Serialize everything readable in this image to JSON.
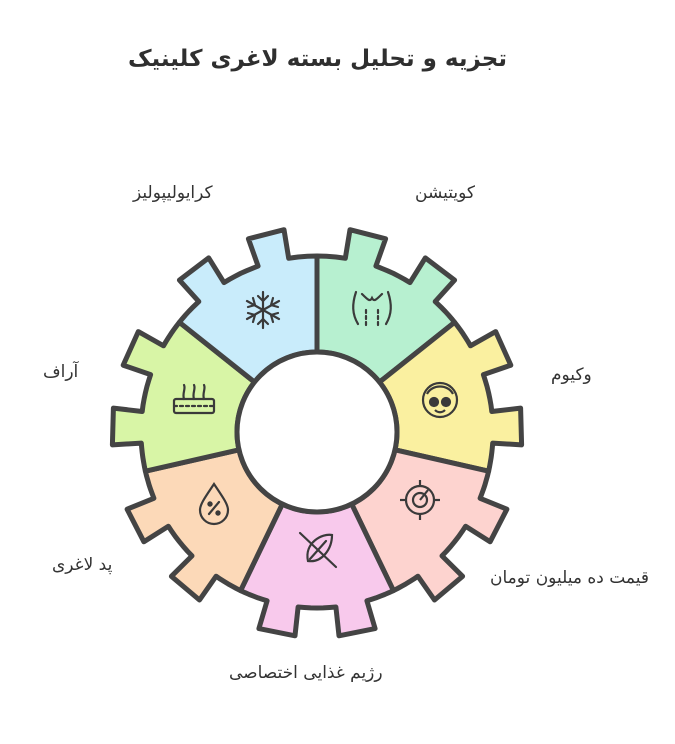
{
  "title": "تجزیه و تحلیل بسته لاغری کلینیک",
  "segments": [
    {
      "label": "کویتیشن",
      "icon": "body-contour-icon",
      "color": "#b7f0d0"
    },
    {
      "label": "وکیوم",
      "icon": "face-mask-icon",
      "color": "#faf0a0"
    },
    {
      "label": "قیمت ده میلیون تومان",
      "icon": "target-gauge-icon",
      "color": "#fdd3cf"
    },
    {
      "label": "رژیم غذایی اختصاصی",
      "icon": "no-food-icon",
      "color": "#f8c9ec"
    },
    {
      "label": "پد لاغری",
      "icon": "drop-percent-icon",
      "color": "#fcd9b8"
    },
    {
      "label": "آراف",
      "icon": "skin-layers-icon",
      "color": "#d8f5a6"
    },
    {
      "label": "کرایولیپولیز",
      "icon": "snowflake-icon",
      "color": "#c9ecfb"
    }
  ],
  "outline_color": "#444444"
}
